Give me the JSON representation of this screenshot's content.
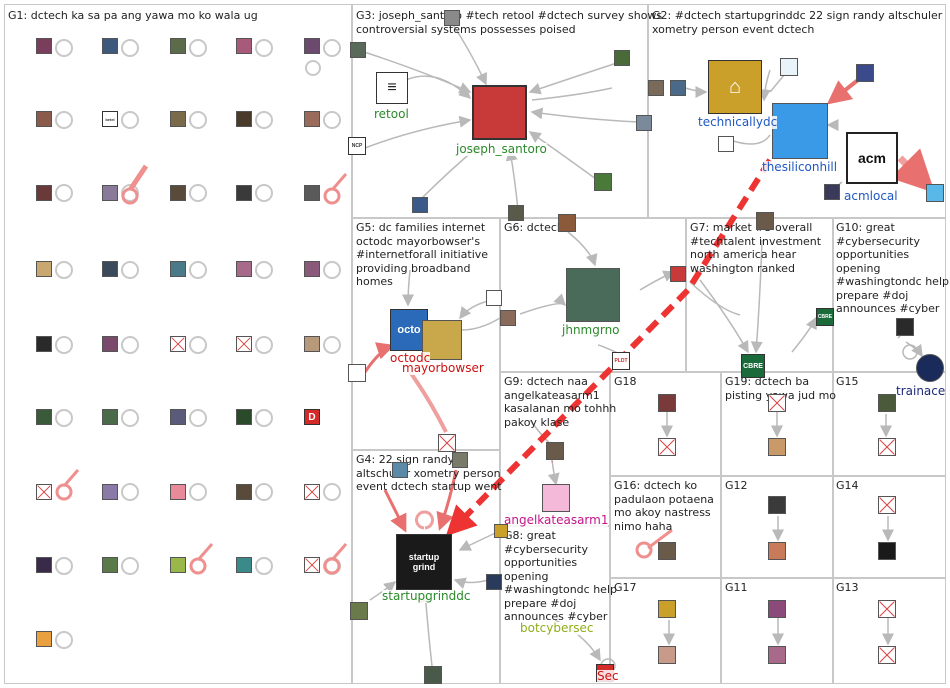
{
  "groups": [
    {
      "id": "G1",
      "title": "G1: dctech ka sa pa ang yawa mo ko wala ug"
    },
    {
      "id": "G2",
      "title": "G2: #dctech startupgrinddc 22 sign randy altschuler\nxometry person event dctech"
    },
    {
      "id": "G3",
      "title": "G3: joseph_santoro #tech retool #dctech survey shows\ncontroversial systems possesses poised"
    },
    {
      "id": "G4",
      "title": "G4: 22 sign randy\naltschuler xometry person\nevent dctech startup went"
    },
    {
      "id": "G5",
      "title": "G5: dc families internet\noctodc mayorbowser's\n#internetforall initiative\nproviding broadband\nhomes"
    },
    {
      "id": "G6",
      "title": "G6: dctech"
    },
    {
      "id": "G7",
      "title": "G7: market #3 overall\n#techtalent investment\nnorth america hear\nwashington ranked"
    },
    {
      "id": "G8",
      "title": "G8: great\n#cybersecurity\nopportunities\nopening\n#washingtondc help\nprepare #doj\nannounces #cyber"
    },
    {
      "id": "G9",
      "title": "G9: dctech naa\nangelkateasarm1\nkasalanan mo tohhh\npakoy klase"
    },
    {
      "id": "G10",
      "title": "G10: great\n#cybersecurity\nopportunities\nopening\n#washingtondc help\nprepare #doj\nannounces #cyber"
    },
    {
      "id": "G11",
      "title": "G11"
    },
    {
      "id": "G12",
      "title": "G12"
    },
    {
      "id": "G13",
      "title": "G13"
    },
    {
      "id": "G14",
      "title": "G14"
    },
    {
      "id": "G15",
      "title": "G15"
    },
    {
      "id": "G16",
      "title": "G16: dctech ko\npadulaon potaena\nmo akoy nastress\nnimo haha"
    },
    {
      "id": "G17",
      "title": "G17"
    },
    {
      "id": "G18",
      "title": "G18"
    },
    {
      "id": "G19",
      "title": "G19: dctech ba\npisting yawa jud mo"
    }
  ],
  "labels": {
    "retool": "retool",
    "joseph_santoro": "joseph_santoro",
    "technicallydc": "technicallydc",
    "thesiliconhill": "thesiliconhill",
    "acmlocal": "acmlocal",
    "jhnmgrno": "jhnmgrno",
    "octodc": "octodc",
    "mayorbowser": "mayorbowser",
    "angelkateasarm1": "angelkateasarm1",
    "startupgrinddc": "startupgrinddc",
    "botcybersec": "botcybersec",
    "trainace": "trainace",
    "sec": "Sec"
  },
  "tiles": {
    "startup_grind": "startup\ngrind",
    "acm": "acm",
    "cbre": "CBRE",
    "retool_logo": "≡",
    "octo": "octo",
    "ncp": "NCP",
    "pldt": "PLDT",
    "betel": "betel"
  },
  "colors": {
    "edge_gray": "#b9b9b9",
    "edge_red": "#e8706f",
    "edge_red_dash": "#ee3333",
    "label_blue": "#1f57c4",
    "label_green": "#2a8a2a",
    "label_red": "#cc1111",
    "label_magenta": "#c4148a",
    "label_olive": "#8fae1a",
    "label_navy": "#1e2b7a"
  }
}
